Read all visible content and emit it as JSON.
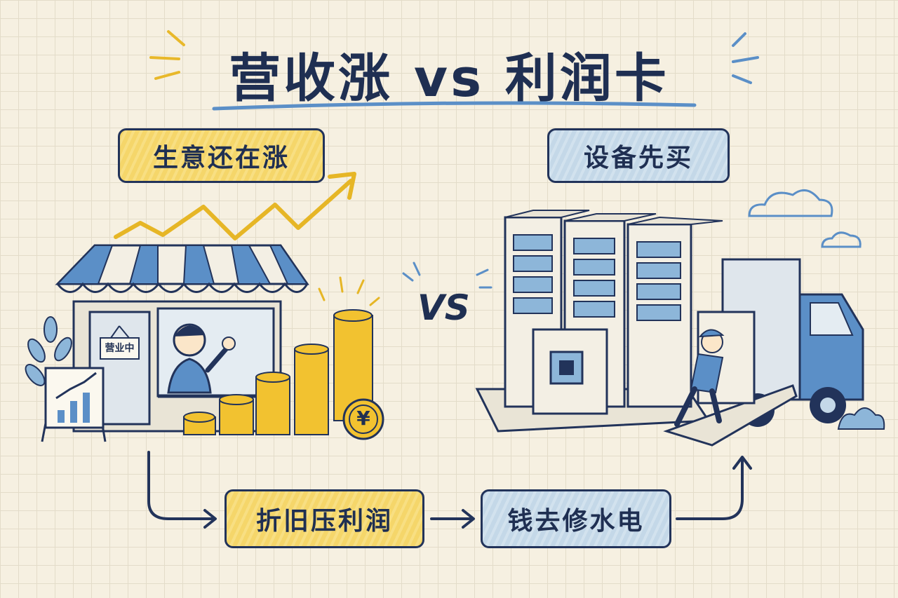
{
  "title": "营收涨 vs 利润卡",
  "labels": {
    "business_growing": "生意还在涨",
    "equipment_first": "设备先买",
    "depreciation": "折旧压利润",
    "utilities": "钱去修水电"
  },
  "shop_sign": "营业中",
  "vs_text": "VS",
  "coin_symbol": "¥",
  "colors": {
    "ink": "#1f2f52",
    "yellow_accent": "#f5d66a",
    "blue_accent": "#c4d8e8",
    "coin_gold": "#f2c230",
    "paper": "#f6f0e1"
  },
  "icons": [
    "storefront-icon",
    "rising-arrow-icon",
    "coin-stack-icon",
    "server-rack-icon",
    "cpu-chip-icon",
    "delivery-truck-icon",
    "cloud-icon"
  ]
}
